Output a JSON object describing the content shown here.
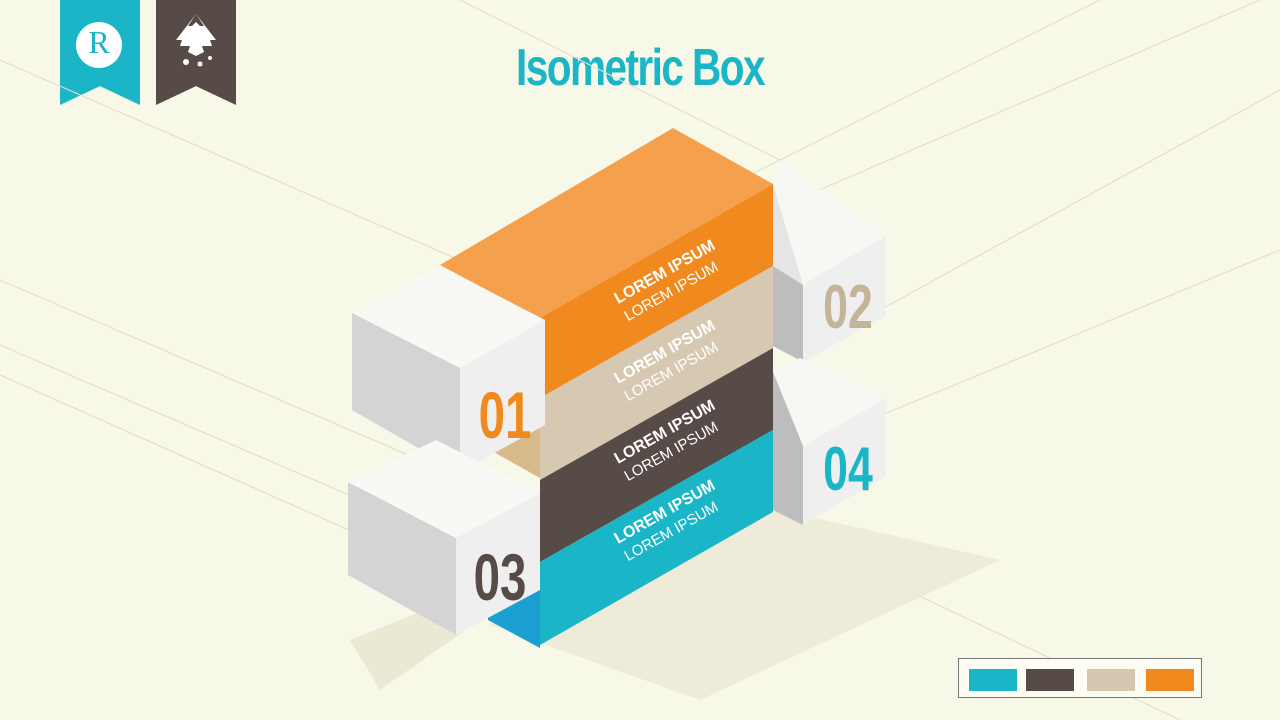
{
  "title": "Isometric Box",
  "logos": [
    {
      "name": "R",
      "color": "#1ab6c8"
    },
    {
      "name": "inkscape-logo",
      "color": "#574b48"
    }
  ],
  "bars": [
    {
      "line1": "LOREM IPSUM",
      "line2": "LOREM IPSUM",
      "color": "#f18a1e"
    },
    {
      "line1": "LOREM IPSUM",
      "line2": "LOREM IPSUM",
      "color": "#d6c7b1"
    },
    {
      "line1": "LOREM IPSUM",
      "line2": "LOREM IPSUM",
      "color": "#574b48"
    },
    {
      "line1": "LOREM IPSUM",
      "line2": "LOREM IPSUM",
      "color": "#1ab6c8"
    }
  ],
  "cubes": [
    {
      "label": "01",
      "color": "#f18a1e"
    },
    {
      "label": "02",
      "color": "#c4b49a"
    },
    {
      "label": "03",
      "color": "#574b48"
    },
    {
      "label": "04",
      "color": "#1ab6c8"
    }
  ],
  "palette": [
    "#1ab6c8",
    "#574b48",
    "#d6c7b1",
    "#f18a1e"
  ],
  "background": "#f8f8e8"
}
